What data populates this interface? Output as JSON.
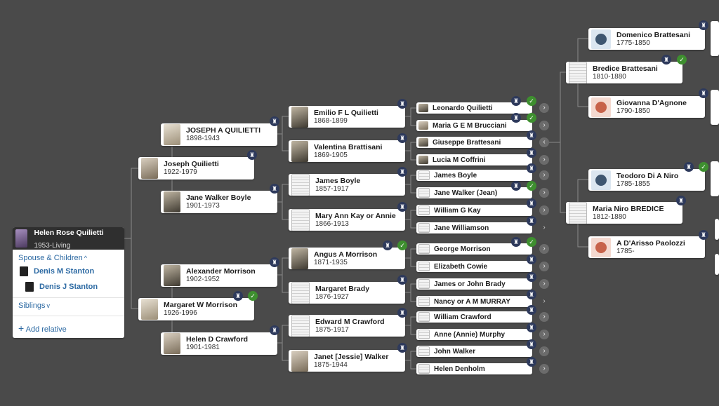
{
  "root": {
    "name": "Helen Rose Quilietti",
    "dates": "1953-Living",
    "spouse_children_label": "Spouse & Children",
    "spouse_children_chevron": "^",
    "family": [
      {
        "name": "Denis M Stanton"
      },
      {
        "name": "Denis J Stanton"
      }
    ],
    "siblings_label": "Siblings",
    "siblings_chevron": "v",
    "add_relative_icon": "+",
    "add_relative_label": "Add relative"
  },
  "gen1": [
    {
      "name": "Joseph Quilietti",
      "dates": "1922-1979"
    },
    {
      "name": "Margaret W Morrison",
      "dates": "1926-1996"
    }
  ],
  "gen2": [
    {
      "name": "JOSEPH A QUILIETTI",
      "dates": "1898-1943"
    },
    {
      "name": "Jane Walker Boyle",
      "dates": "1901-1973"
    },
    {
      "name": "Alexander Morrison",
      "dates": "1902-1952"
    },
    {
      "name": "Helen D Crawford",
      "dates": "1901-1981"
    }
  ],
  "gen3": [
    {
      "name": "Emilio F L Quilietti",
      "dates": "1868-1899"
    },
    {
      "name": "Valentina Brattisani",
      "dates": "1869-1905"
    },
    {
      "name": "James Boyle",
      "dates": "1857-1917"
    },
    {
      "name": "Mary Ann Kay or Annie",
      "dates": "1866-1913"
    },
    {
      "name": "Angus A Morrison",
      "dates": "1871-1935"
    },
    {
      "name": "Margaret Brady",
      "dates": "1876-1927"
    },
    {
      "name": "Edward M Crawford",
      "dates": "1875-1917"
    },
    {
      "name": "Janet [Jessie] Walker",
      "dates": "1875-1944"
    }
  ],
  "gen4": [
    {
      "name": "Leonardo Quilietti"
    },
    {
      "name": "Maria G E M Brucciani"
    },
    {
      "name": "Giuseppe Brattesani"
    },
    {
      "name": "Lucia M Coffrini"
    },
    {
      "name": "James Boyle"
    },
    {
      "name": "Jane Walker (Jean)"
    },
    {
      "name": "William G Kay"
    },
    {
      "name": "Jane Williamson"
    },
    {
      "name": "George Morrison"
    },
    {
      "name": "Elizabeth Cowie"
    },
    {
      "name": "James or John Brady"
    },
    {
      "name": "Nancy or A M MURRAY"
    },
    {
      "name": "William Crawford"
    },
    {
      "name": "Anne (Annie) Murphy"
    },
    {
      "name": "John Walker"
    },
    {
      "name": "Helen Denholm"
    }
  ],
  "gen5": [
    {
      "name": "Bredice Brattesani",
      "dates": "1810-1880"
    },
    {
      "name": "Maria Niro BREDICE",
      "dates": "1812-1880"
    }
  ],
  "gen6": [
    {
      "name": "Domenico Brattesani",
      "dates": "1775-1850"
    },
    {
      "name": "Giovanna D'Agnone",
      "dates": "1790-1850"
    },
    {
      "name": "Teodoro Di A Niro",
      "dates": "1785-1855"
    },
    {
      "name": "A D'Arisso Paolozzi",
      "dates": "1785-"
    }
  ],
  "icons": {
    "hint": "hint-icon",
    "leaf": "leaf-icon",
    "arrow": "chevron-right-icon",
    "collapse": "chevron-left-icon"
  }
}
